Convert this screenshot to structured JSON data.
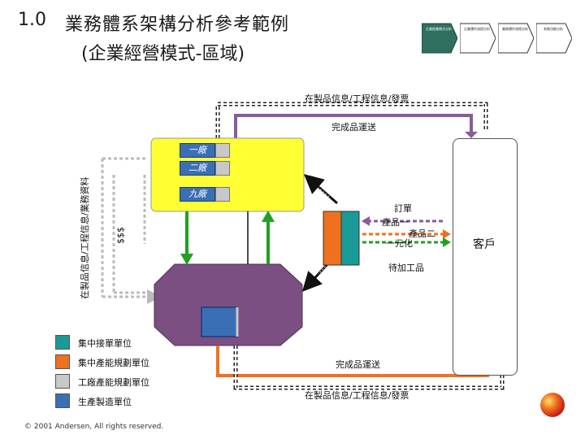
{
  "title": {
    "number": "1.0",
    "main": "業務體系架構分析參考範例",
    "sub": "(企業經營模式-區域)"
  },
  "steps": [
    {
      "label": "企業經營模式分析"
    },
    {
      "label": "企業運作流程分析"
    },
    {
      "label": "業務運作流程分析"
    },
    {
      "label": "系統功能分析"
    }
  ],
  "flows": {
    "top_info": "在製品信息/工程信息/發票",
    "top_delivery": "完成品運送",
    "left_info": "在製品信息/工程信息/業務資料",
    "money": "$$$",
    "order": "訂單",
    "product_1": "產品一",
    "product_2": "產品二",
    "unify": "一元化",
    "pending": "待加工品",
    "bottom_delivery": "完成品運送",
    "bottom_info": "在製品信息/工程信息/發票"
  },
  "departments": [
    {
      "label": "一廠"
    },
    {
      "label": "二廠"
    },
    {
      "label": "九廠"
    }
  ],
  "customer": "客戶",
  "legend": [
    {
      "label": "集中接單單位",
      "color": "#1a9a96"
    },
    {
      "label": "集中產能規劃單位",
      "color": "#f07020"
    },
    {
      "label": "工廠產能規劃單位",
      "color": "#c8c8c8"
    },
    {
      "label": "生產製造單位",
      "color": "#3a6fb5"
    }
  ],
  "colors": {
    "factory": "#ffff33",
    "production": "#7b4f82",
    "arrow_green": "#22a022",
    "arrow_purple": "#8a5a9a",
    "arrow_orange": "#f07020",
    "arrow_gray": "#bbbbbb"
  },
  "copyright": "© 2001 Andersen, All rights reserved."
}
